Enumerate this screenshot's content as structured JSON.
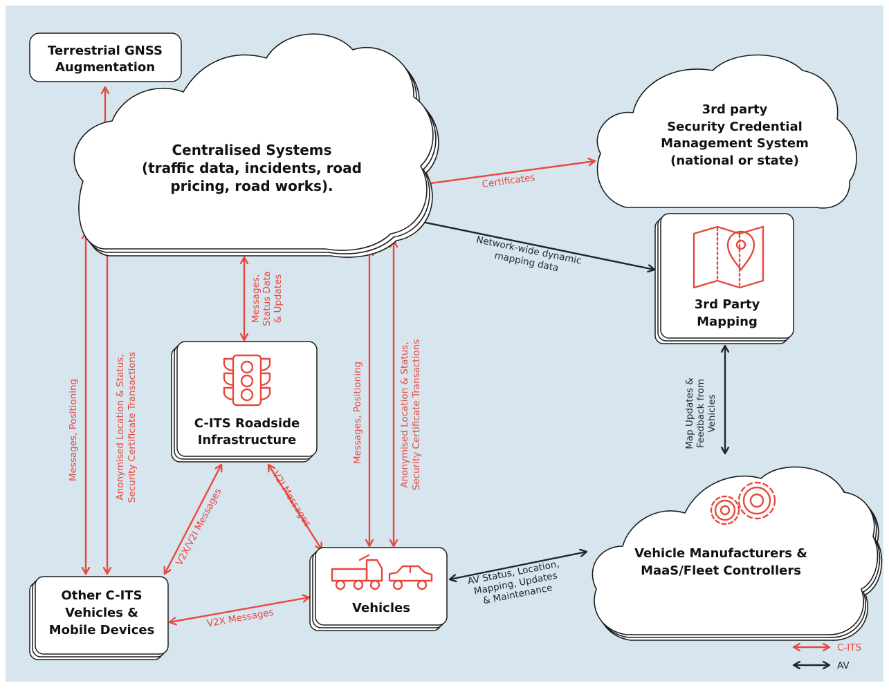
{
  "colors": {
    "background": "#d7e5ef",
    "c_its": "#e8473c",
    "av": "#1f2530"
  },
  "nodes": {
    "gnss": {
      "line1": "Terrestrial GNSS",
      "line2": "Augmentation"
    },
    "central": {
      "line1": "Centralised Systems",
      "line2": "(traffic data, incidents, road",
      "line3": "pricing, road works)."
    },
    "security": {
      "line1": "3rd party",
      "line2": "Security Credential",
      "line3": "Management System",
      "line4": "(national or state)"
    },
    "mapping": {
      "line1": "3rd Party",
      "line2": "Mapping",
      "icon": "map-pin-icon"
    },
    "roadside": {
      "line1": "C-ITS Roadside",
      "line2": "Infrastructure",
      "icon": "traffic-light-icon"
    },
    "vehicles": {
      "line1": "Vehicles",
      "icon": "truck-and-car-icon"
    },
    "other": {
      "line1": "Other C-ITS",
      "line2": "Vehicles &",
      "line3": "Mobile Devices"
    },
    "manufacturers": {
      "line1": "Vehicle Manufacturers &",
      "line2": "MaaS/Fleet Controllers",
      "icon": "gears-icon"
    }
  },
  "links": {
    "certificates": "Certificates",
    "mapping_data": {
      "line1": "Network-wide dynamic",
      "line2": "mapping data"
    },
    "roadside_updates": {
      "line1": "Messages,",
      "line2": "Status Data",
      "line3": "& Updates"
    },
    "other_positioning": "Messages, Positioning",
    "other_anon": {
      "line1": "Anonymised Location & Status,",
      "line2": "Security Certificate Transactions"
    },
    "vehicles_positioning": "Messages, Positioning",
    "vehicles_anon": {
      "line1": "Anonymised Location & Status,",
      "line2": "Security Certificate Transactions"
    },
    "v2x_v2i": "V2X/V2I Messages",
    "v2i": "V2I Messages",
    "v2x": "V2X Messages",
    "map_updates": {
      "line1": "Map Updates &",
      "line2": "Feedback from",
      "line3": "Vehicles"
    },
    "av_status": {
      "line1": "AV Status, Location,",
      "line2": "Mapping, Updates",
      "line3": "& Maintenance"
    }
  },
  "legend": {
    "c_its": "C-ITS",
    "av": "AV"
  }
}
